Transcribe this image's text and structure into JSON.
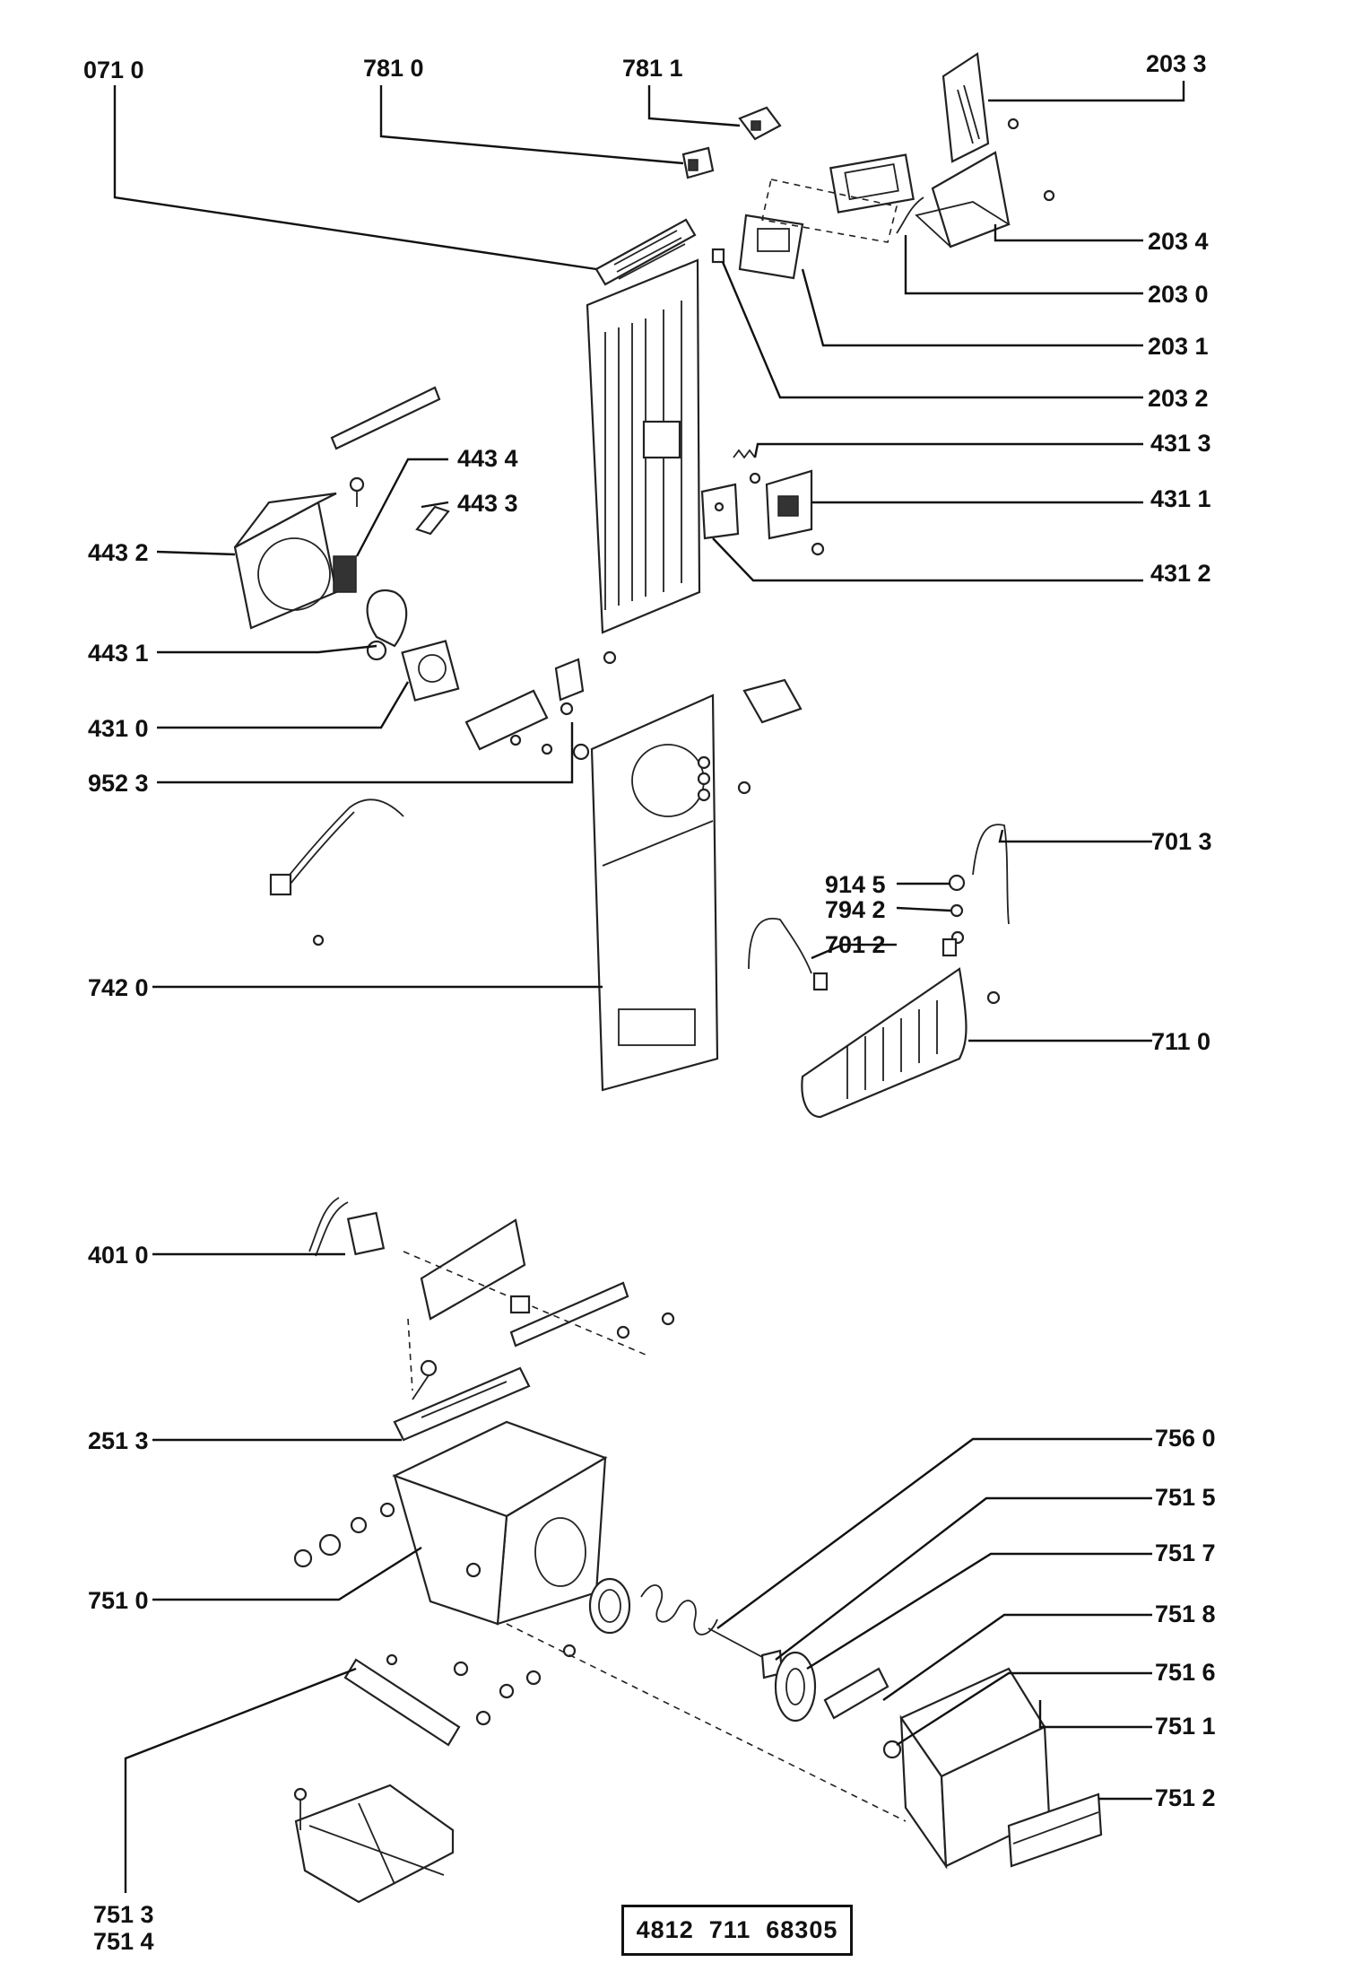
{
  "labels": {
    "l0710": "071 0",
    "l7810": "781 0",
    "l7811": "781 1",
    "l2033": "203 3",
    "l2034": "203 4",
    "l2030": "203 0",
    "l2031": "203 1",
    "l2032": "203 2",
    "l4313": "431 3",
    "l4311": "431 1",
    "l4312": "431 2",
    "l4434": "443 4",
    "l4433": "443 3",
    "l4432": "443 2",
    "l4431": "443 1",
    "l4310": "431 0",
    "l9523": "952 3",
    "l7013": "701 3",
    "l9145": "914 5",
    "l7942": "794 2",
    "l7012": "701 2",
    "l7420": "742 0",
    "l7110": "711 0",
    "l4010": "401 0",
    "l2513": "251 3",
    "l7560": "756 0",
    "l7515": "751 5",
    "l7517": "751 7",
    "l7510": "751 0",
    "l7518": "751 8",
    "l7516": "751 6",
    "l7511": "751 1",
    "l7512": "751 2",
    "l7513": "751 3",
    "l7514": "751 4"
  },
  "document_number": "4812  711  68305"
}
